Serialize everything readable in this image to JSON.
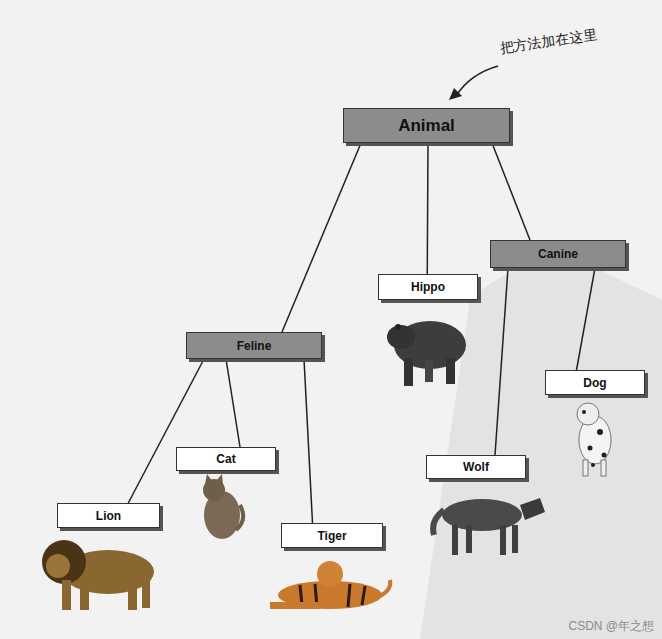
{
  "diagram": {
    "nodes": [
      {
        "text": [
          "Animal"
        ]
      },
      {
        "text": [
          "Canine"
        ]
      },
      {
        "text": [
          "Hippo"
        ]
      },
      {
        "text": [
          "Feline"
        ]
      },
      {
        "text": [
          "Dog"
        ]
      },
      {
        "text": [
          "Cat"
        ]
      },
      {
        "text": [
          "Wolf"
        ]
      },
      {
        "text": [
          "Lion"
        ]
      },
      {
        "text": [
          "Tiger"
        ]
      }
    ],
    "edges": [
      {
        "from": 0,
        "to": 3,
        "arrow": "none"
      },
      {
        "from": 0,
        "to": 2,
        "arrow": "none"
      },
      {
        "from": 0,
        "to": 1,
        "arrow": "none"
      },
      {
        "from": 3,
        "to": 7,
        "arrow": "none"
      },
      {
        "from": 3,
        "to": 5,
        "arrow": "none"
      },
      {
        "from": 3,
        "to": 8,
        "arrow": "none"
      },
      {
        "from": 1,
        "to": 6,
        "arrow": "none"
      },
      {
        "from": 1,
        "to": 4,
        "arrow": "none"
      }
    ],
    "labels": [
      "把方法加在这里",
      "CSDN @年之想"
    ]
  }
}
